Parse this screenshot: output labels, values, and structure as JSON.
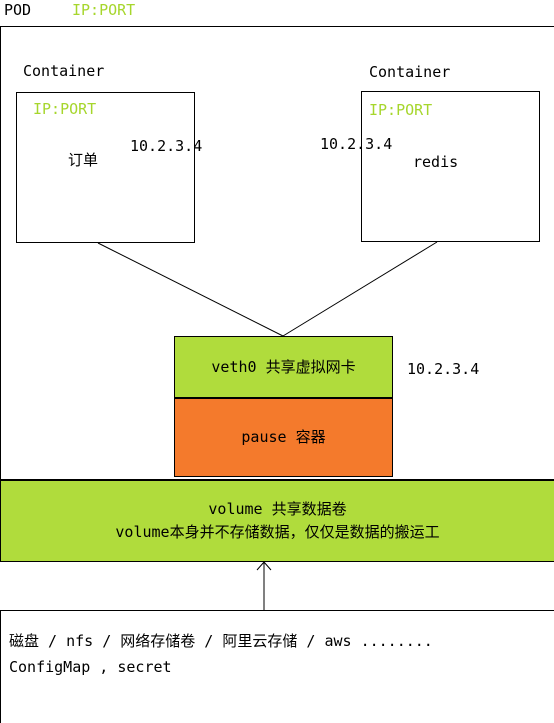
{
  "pod": {
    "label": "POD",
    "ip_port": "IP:PORT"
  },
  "containers": [
    {
      "title": "Container",
      "ip_port": "IP:PORT",
      "name": "订单",
      "ip": "10.2.3.4"
    },
    {
      "title": "Container",
      "ip_port": "IP:PORT",
      "name": "redis",
      "ip": "10.2.3.4"
    }
  ],
  "veth": {
    "label": "veth0 共享虚拟网卡",
    "ip": "10.2.3.4"
  },
  "pause": {
    "label": "pause 容器"
  },
  "volume": {
    "line1": "volume 共享数据卷",
    "line2": "volume本身并不存储数据，仅仅是数据的搬运工"
  },
  "storage": {
    "line1": "磁盘 / nfs / 网络存储卷 / 阿里云存储 / aws ........",
    "line2": "ConfigMap , secret"
  },
  "colors": {
    "accent_green": "#b0dc3c",
    "pause_orange": "#f47a2c",
    "ip_port_text": "#a6d62c"
  }
}
